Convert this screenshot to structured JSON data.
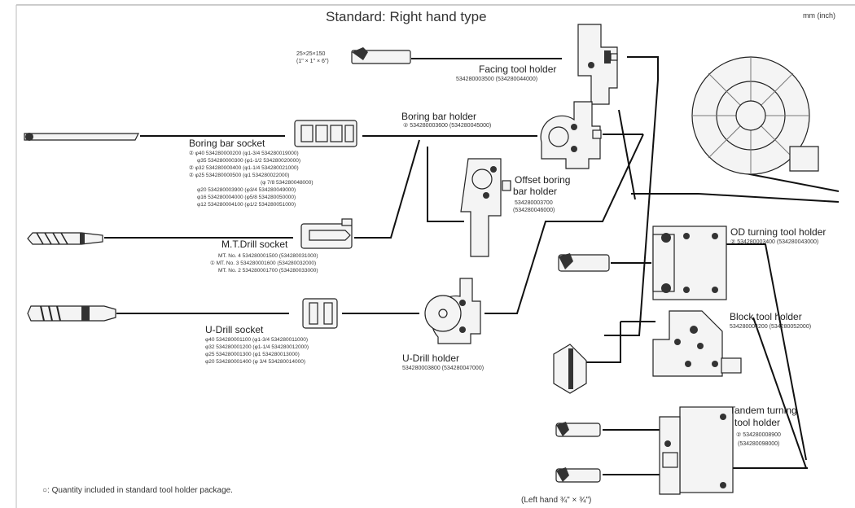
{
  "header": {
    "title": "Standard: Right hand type",
    "units": "mm (inch)"
  },
  "facing_tool": {
    "size": "25×25×150",
    "size_inch": "(1\" × 1\" × 6\")",
    "holder_name": "Facing tool holder",
    "holder_parts": "534280003500 (534280044000)"
  },
  "boring_bar_holder": {
    "name": "Boring bar holder",
    "parts": "② 534280003600 (534280045000)"
  },
  "boring_bar_socket": {
    "name": "Boring bar socket",
    "rows": [
      "② φ40 534280000200 (φ1-3/4 534280019000)",
      "φ35 534280000300 (φ1-1/2 534280020000)",
      "② φ32 534280000400 (φ1-1/4 534280021000)",
      "② φ25 534280000500 (φ1        534280022000)",
      "(φ  7/8 534280048000)",
      "φ20 534280003900 (φ3/4 534280049000)",
      "φ16 534280004000 (φ5/8 534280050000)",
      "φ12 534280004100 (φ1/2 534280051000)"
    ]
  },
  "offset_boring": {
    "name_line1": "Offset boring",
    "name_line2": "bar holder",
    "part1": "534280003700",
    "part2": "(534280046000)"
  },
  "mt_drill_socket": {
    "name": "M.T.Drill socket",
    "rows": [
      "MT. No. 4 534280001500 (534280031000)",
      "① MT. No. 3 534280001600 (534280032000)",
      "MT. No. 2 534280001700 (534280033000)"
    ]
  },
  "od_turning": {
    "name": "OD turning tool holder",
    "parts": "② 534280003400 (534280043000)"
  },
  "block_tool": {
    "name": "Block tool holder",
    "parts": "534280004200 (534280052000)"
  },
  "u_drill_socket": {
    "name": "U-Drill socket",
    "rows": [
      "φ40 534280001100 (φ1-3/4 534280011000)",
      "φ32 534280001200 (φ1-1/4 534280012000)",
      "φ25 534280001300 (φ1        534280013000)",
      "φ20 534280001400 (φ   3/4 534280014000)"
    ]
  },
  "u_drill_holder": {
    "name": "U-Drill holder",
    "parts": "534280003800 (534280047000)"
  },
  "tandem": {
    "name_line1": "Tandem turning",
    "name_line2": "tool holder",
    "part1": "② 534280008900",
    "part2": "(534280098000)"
  },
  "footer": {
    "note": "○: Quantity included in standard tool holder package.",
    "left_hand": "(Left hand ¾\" × ¾\")"
  }
}
